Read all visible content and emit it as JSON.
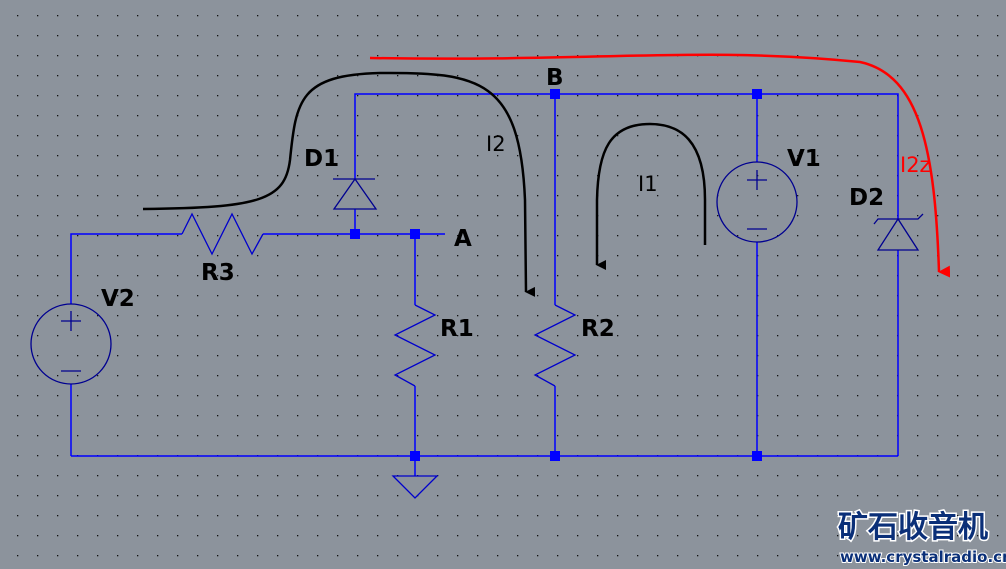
{
  "components": {
    "V1": "V1",
    "V2": "V2",
    "R1": "R1",
    "R2": "R2",
    "R3": "R3",
    "D1": "D1",
    "D2": "D2"
  },
  "nodes": {
    "A": "A",
    "B": "B"
  },
  "currents": {
    "I1": "I1",
    "I2": "I2",
    "I2z": "I2z"
  },
  "watermark": {
    "title": "矿石收音机",
    "url": "www.crystalradio.cn"
  },
  "colors": {
    "background": "#8c939c",
    "wire": "#0000ff",
    "symbol": "#000090",
    "current_red": "#ff0000",
    "current_black": "#000000"
  }
}
